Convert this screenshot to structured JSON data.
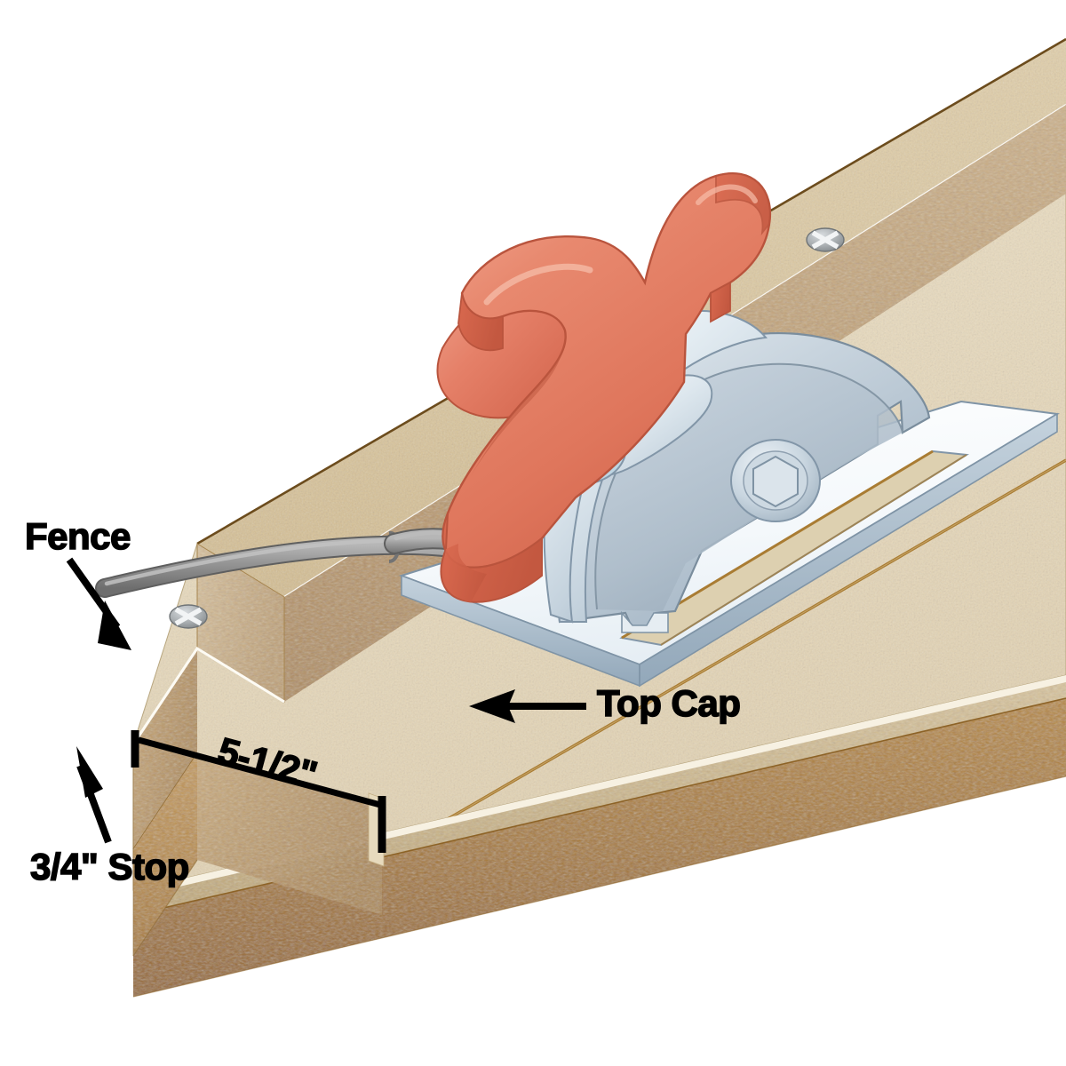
{
  "illustration": {
    "title": "Circular saw cutting jig with fence, stop and top cap",
    "type": "technical-isometric-diagram",
    "background_color": "#ffffff"
  },
  "callouts": [
    {
      "id": "fence",
      "label": "Fence",
      "pointer": "arrow",
      "direction": "down-right",
      "target": "fence-board-top-face"
    },
    {
      "id": "stop",
      "label": "3/4\" Stop",
      "pointer": "arrow",
      "direction": "up-right",
      "target": "stop-strip-edge"
    },
    {
      "id": "top_cap",
      "label": "Top Cap",
      "pointer": "arrow",
      "direction": "left",
      "target": "top-cap-panel"
    }
  ],
  "dimension": {
    "id": "width-dimension",
    "label": "5-1/2\"",
    "from": "fence-inner-edge",
    "to": "kerf-line",
    "style": "tick-terminated"
  },
  "parts": {
    "fence": {
      "name": "Fence",
      "material": "particleboard",
      "color": "#d9c29a"
    },
    "stop": {
      "name": "3/4\" Stop",
      "thickness": "3/4\"",
      "color": "#b9873f"
    },
    "top_cap": {
      "name": "Top Cap",
      "color": "#e9dcc0"
    },
    "table_edge": {
      "name": "Table edge",
      "color": "#a9772f"
    },
    "kerf": {
      "name": "Saw kerf line",
      "color": "#a97c33"
    }
  },
  "saw": {
    "name": "Circular Saw",
    "handle_color": "#e0785f",
    "handle_shadow_color": "#c55a42",
    "guard_color": "#c3ced8",
    "guard_highlight_color": "#e9eff4",
    "base_plate_color": "#f2f6f9",
    "base_plate_edge_color": "#8fa8ba",
    "cord_color": "#8d8d8d",
    "arbor_bolt": "hex-head",
    "components": [
      "top-handle",
      "front-knob",
      "motor-housing",
      "blade-guard",
      "arbor-bolt",
      "base-plate",
      "blade-slot",
      "power-cord"
    ]
  },
  "fasteners": [
    {
      "id": "screw-left",
      "type": "phillips-screw",
      "color": "#8e8e8e"
    },
    {
      "id": "screw-right",
      "type": "phillips-screw",
      "color": "#8e8e8e"
    }
  ]
}
